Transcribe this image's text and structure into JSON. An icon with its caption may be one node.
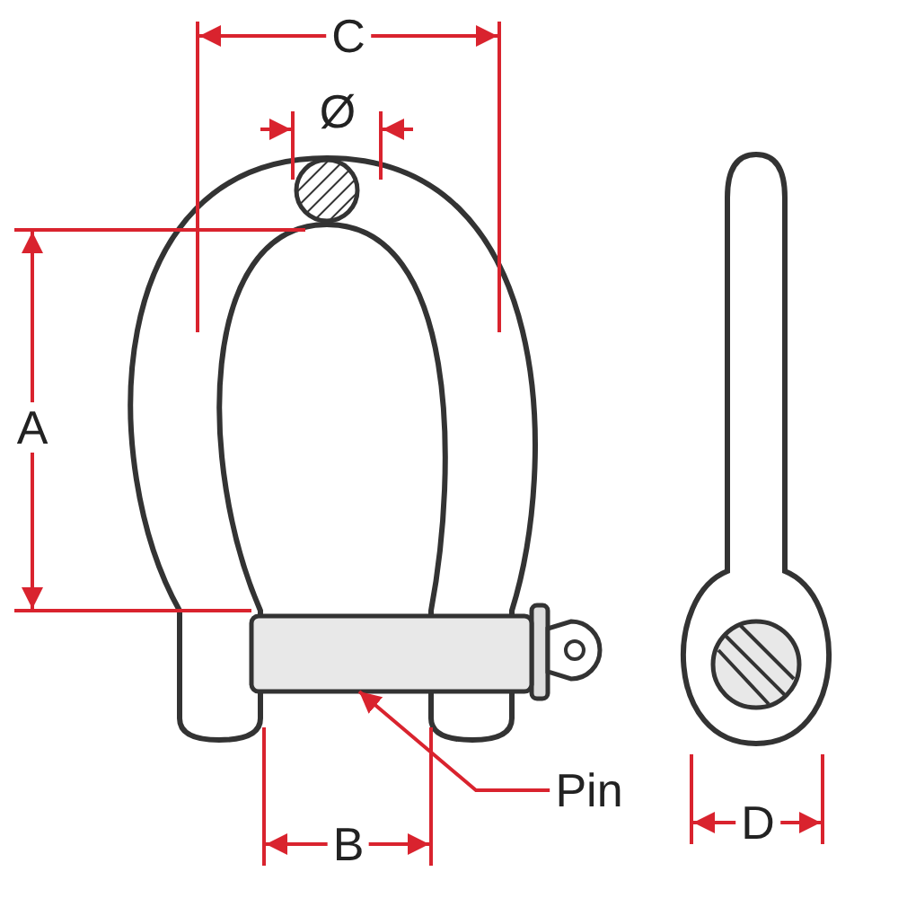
{
  "diagram": {
    "nodes": [
      {
        "text": [
          "Pin"
        ]
      },
      {
        "text": [],
        "shape": "cylinder"
      }
    ],
    "edges": [
      {
        "from": 0,
        "to": 1,
        "arrow": "to"
      }
    ],
    "labels": [
      "C",
      "Ø",
      "A",
      "B",
      "D"
    ]
  }
}
